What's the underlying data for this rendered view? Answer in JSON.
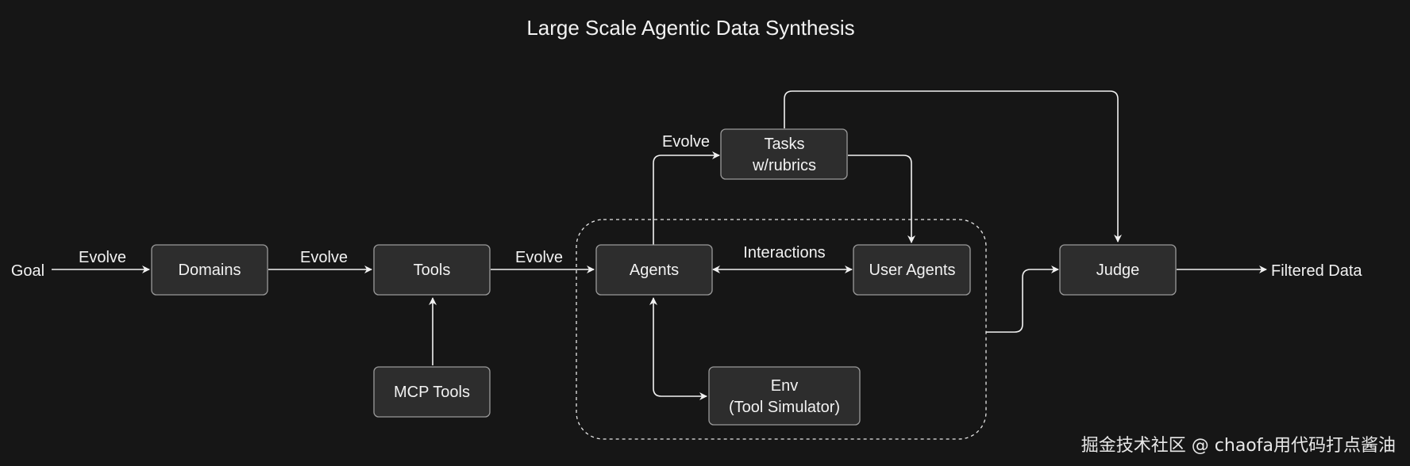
{
  "title": "Large Scale Agentic Data Synthesis",
  "nodes": {
    "goal": "Goal",
    "domains": "Domains",
    "tools": "Tools",
    "mcp_tools": "MCP Tools",
    "agents": "Agents",
    "user_agents": "User Agents",
    "tasks": [
      "Tasks",
      "w/rubrics"
    ],
    "env": [
      "Env",
      "(Tool Simulator)"
    ],
    "judge": "Judge",
    "filtered_data": "Filtered Data"
  },
  "edges": {
    "goal_to_domains": "Evolve",
    "domains_to_tools": "Evolve",
    "tools_to_agents": "Evolve",
    "agents_to_tasks": "Evolve",
    "agents_user_agents": "Interactions"
  },
  "watermark": "掘金技术社区 @ chaofa用代码打点酱油",
  "colors": {
    "background": "#161616",
    "node_fill": "#2d2d2d",
    "node_border": "#9a9a9a",
    "text": "#f2f2f2"
  }
}
